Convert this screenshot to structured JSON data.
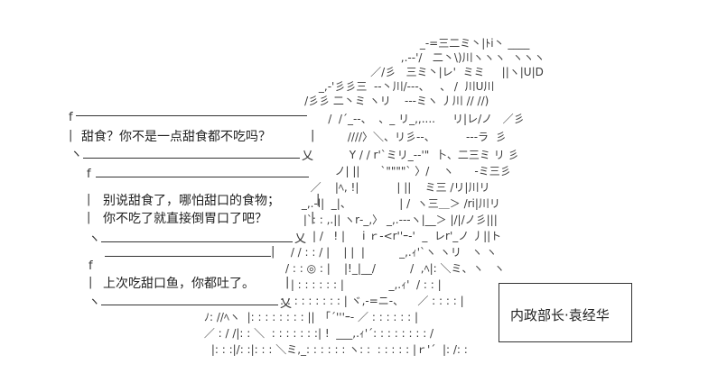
{
  "bubbles": {
    "first": {
      "line1": "甜食？你不是一点甜食都不吃吗？"
    },
    "second": {
      "line1": "别说甜食了，哪怕甜口的食物；",
      "line2": "你不吃了就直接倒胃口了吧？"
    },
    "third": {
      "line1": "上次吃甜口鱼，你都吐了。"
    }
  },
  "speaker": {
    "name": "内政部长·袁经华"
  },
  "art": {
    "hair_rows": [
      "                 _-=三二ミ丶|ﾄi丶 ____",
      "            ,.-‐'/   二丶\\)川ヽヽヽ  ヽヽヽ",
      "          ／/彡   三ミ丶|レ'  ミミ     ||ヽ|U|D",
      "      _,-'彡彡三  ‐‐丶川/‐‐‐、   、 /  川U川",
      "     /彡彡 二丶ミ ヽリ    ‐‐‐ミヽ 丿川 // //)",
      "    /  /´_‐‐、  、_ リ_,,....     リ|レ/ノ   ／彡",
      "      ////〉＼、リ彡‐‐、         ‐‐‐ラ  彡",
      "       Y / / r'`ミリ_‐‐'\"  卜、二三ミ リ 彡",
      "        ノ| ||      `\"\"\"\"` 〉/    ヽ      ‐ミ三彡",
      "  ／    |ﾍ, !|           | ||    ミ三 /リ|川リ",
      " _,.-l|  _|、              | /  ヽ三＿＞ /ri|川リ",
      " |`: : ,.|| ヽr‐_,〉 _,.‐‐‐ヽ|__＞ |/|/ノ彡|||",
      "| /   ! |     i ｒ‐<r''ｰ‐'  _  レr'_ノ 丿||ト",
      " / / : : / |    | |  |          _,.ｨ'`ヽ ヽリ   ヽ ヽ",
      "/ : : ◎ : |    |!_|__/          /  ,ﾍ|: ＼ミ、ヽ   ヽ",
      " | : : : : : : |             _,.ｨ'  / : : |",
      ": : : : : : : : : | ヾ,‐=ニ‐、    ／ : : : : |",
      "ﾉ: //ﾍヽ  |: : : : : : : : ||   ｢´'''ｰ‐ ／ : : : : : : |",
      " ／ : / /|: : ＼  : : : : : : :| !  ___,.ｨ'´: : : : : : : : /",
      " |: : :|/: :|: : : ＼ミ,_: : : : : : ヽ: :  : : : : : |ｒ'´  |: /: :"
    ]
  }
}
